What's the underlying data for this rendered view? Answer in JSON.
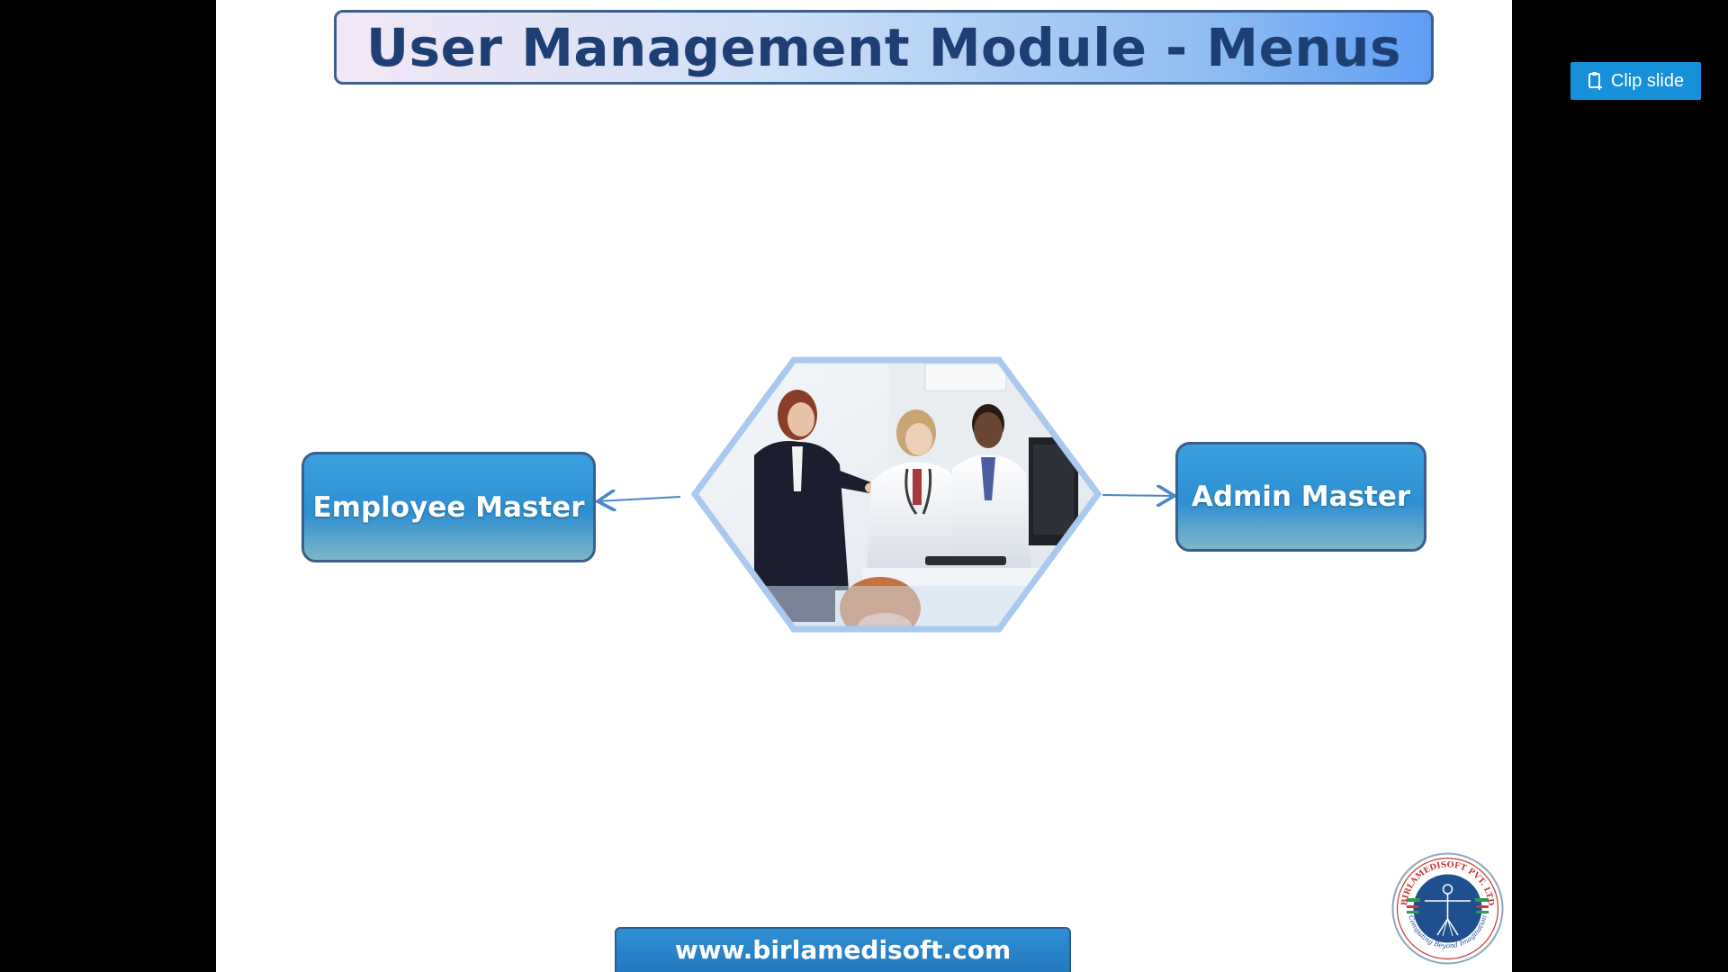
{
  "slide": {
    "title": "User Management Module - Menus",
    "center_image": "doctors-team-photo",
    "menus": [
      {
        "label": "Employee Master"
      },
      {
        "label": "Admin Master"
      }
    ],
    "footer_url": "www.birlamedisoft.com",
    "logo": {
      "name": "birlamedisoft-logo",
      "text_top": "BIRLAMEDISOFT PVT. LTD",
      "text_bottom": "Computing Beyond Imagination"
    }
  },
  "viewer": {
    "clip_button_label": "Clip slide",
    "clip_icon": "clipboard-plus-icon"
  },
  "colors": {
    "title_text": "#1e3f73",
    "menu_blue": "#2d8fd2",
    "clip_button": "#1690d8",
    "background": "#000000"
  }
}
